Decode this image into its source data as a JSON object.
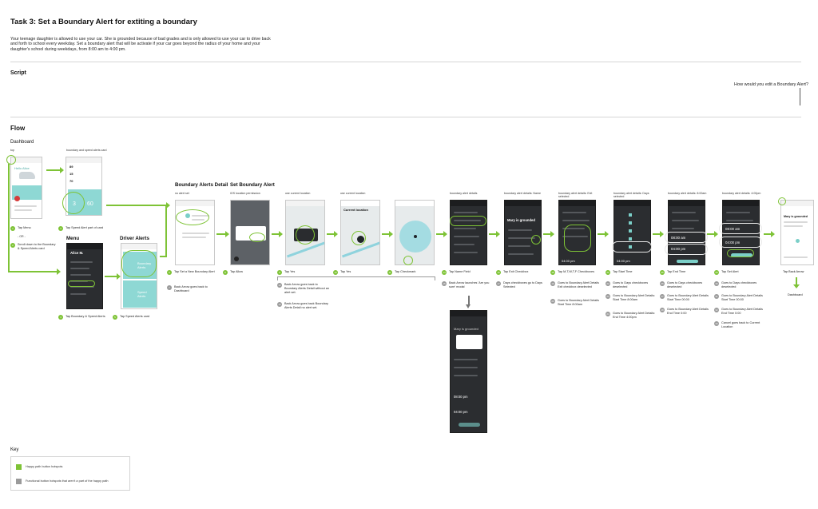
{
  "task": {
    "title": "Task 3: Set a Boundary Alert for extiting a boundary",
    "description": "Your teenage daughter is allowed to use your car. She is grounded because of bad grades and is only allowed to use your car to drive back and forth to school every weekday. Set a boundary alert that will be activate if your car goes beyond the radius of your home and your daughter's school during weekdays, from 8:00 am to 4:00 pm."
  },
  "script": {
    "label": "Script",
    "question": "How would you edit a Boundary Alert?"
  },
  "flow": {
    "label": "Flow",
    "dashboard": {
      "heading": "Dashboard",
      "sub_left": "top",
      "sub_right": "boundary and speed alerts card",
      "app_greeting": "Hello Alice",
      "stats": [
        "89",
        "15",
        "70"
      ],
      "gauge_values": [
        "3",
        "60"
      ],
      "step_menu": "Tap Menu",
      "or": "- OR -",
      "step_scroll": "Scroll down to the Boundary & Speed Alerts card",
      "step_card": "Tap Speed Alert part of card"
    },
    "menu": {
      "heading": "Menu",
      "user": "Alice M.",
      "step": "Tap Boundary & Speed Alerts"
    },
    "driver_alerts": {
      "heading": "Driver Alerts",
      "boundary_label": "Boundary Alerts",
      "speed_label": "Speed Alerts",
      "step": "Tap Speed Alerts card"
    },
    "boundary_detail": {
      "heading": "Boundary Alerts Detail",
      "sub": "no alert set",
      "step1": "Tap Set a New Boundary Alert",
      "step2": "Back Arrow goes back to Dashboard"
    },
    "set_boundary": {
      "heading": "Set Boundary Alert",
      "screens": [
        {
          "sub": "iOS location permission",
          "step": "Tap Allow"
        },
        {
          "sub": "use current location",
          "step": "Tap Yes"
        },
        {
          "sub": "use current location",
          "step": "Tap Yes",
          "map_title": "Current location"
        },
        {
          "sub": "",
          "step": "Tap Checkmark"
        }
      ],
      "notes": [
        "Back Arrow goes back to Boundary Alerts Detail without an alert set.",
        "Back Arrow goes back Boundary Alerts Detail no alert set."
      ]
    },
    "details": [
      {
        "sub": "boundary alert details",
        "step": "Tap Name Field",
        "extra": "Back Arrow launches 'Are you sure' modal"
      },
      {
        "sub": "boundary alert details: Name",
        "step": "Tap Exit Checkbox",
        "extra": "Days checkboxes go to Days Selected",
        "name": "Mary is grounded"
      },
      {
        "sub": "boundary alert details: Exit selected",
        "step": "Tap M,T,W,T,F Checkboxes",
        "extra": "Goes to Boundary Alert Details Exit checkbox deselected",
        "extra2": "Goes to Boundary Alert Details Start Time 8:00am",
        "time": "04:00 pm"
      },
      {
        "sub": "boundary alert details: Days selected",
        "step": "Tap Start Time",
        "extra": "Goes to Days checkboxes deselected",
        "extra2": "Goes to Boundary Alert Details: Start Time 8:00am",
        "extra3": "Goes to Boundary Alert Details: End Time 4:00pm",
        "time": "04:00 pm"
      },
      {
        "sub": "boundary alert details: 8:00am",
        "step": "Tap End Time",
        "extra": "Goes to Days checkboxes deselected",
        "extra2": "Goes to Boundary Alert Details Start Time 00:00",
        "extra3": "Goes to Boundary Alert Details End Time 0:00",
        "time1": "08:00 am",
        "time2": "04:00 pm"
      },
      {
        "sub": "boundary alert details: 4:00pm",
        "step": "Tap Set Alert",
        "extra": "Goes to Days checkboxes deselected",
        "extra2": "Goes to Boundary Alert Details Start Time 00:00",
        "extra3": "Goes to Boundary Alert Details End Time 0:00",
        "extra4": "Cancel goes back to Current Location",
        "time1": "08:00 am",
        "time2": "04:00 pm"
      }
    ],
    "modal_screen": {
      "name": "Mary is grounded",
      "time1": "08:00 pm",
      "time2": "04:00 pm"
    },
    "final": {
      "step": "Tap Back Arrow",
      "end": "Dashboard",
      "card_title": "Mary is grounded"
    }
  },
  "key": {
    "label": "Key",
    "items": [
      {
        "text": "Happy path button hotspots",
        "color": "#7ec336"
      },
      {
        "text": "Functional button hotspots that aren't a part of the happy path",
        "color": "#9a9a9a"
      }
    ]
  }
}
